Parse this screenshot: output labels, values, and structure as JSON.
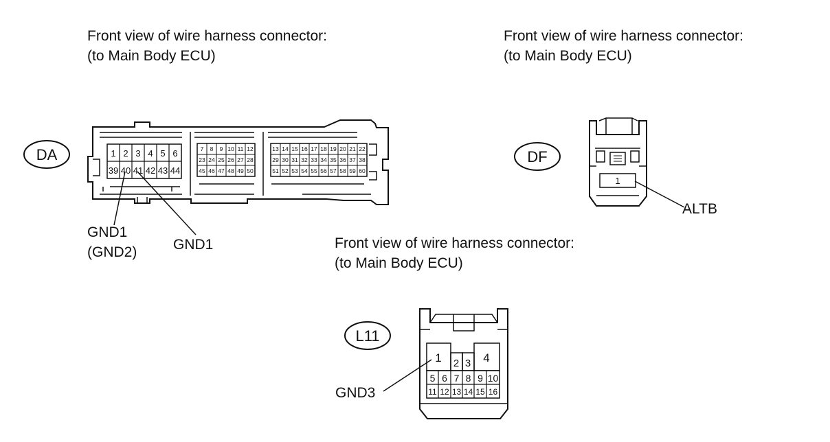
{
  "headings": {
    "da": {
      "line1": "Front view of wire harness connector:",
      "line2": "(to Main Body ECU)"
    },
    "df": {
      "line1": "Front view of wire harness connector:",
      "line2": "(to Main Body ECU)"
    },
    "l11": {
      "line1": "Front view of wire harness connector:",
      "line2": "(to Main Body ECU)"
    }
  },
  "connectors": {
    "da": {
      "code": "DA",
      "row1": [
        "1",
        "2",
        "3",
        "4",
        "5",
        "6"
      ],
      "row2": [
        "39",
        "40",
        "41",
        "42",
        "43",
        "44"
      ],
      "block2": [
        [
          "7",
          "8",
          "9",
          "10",
          "11",
          "12"
        ],
        [
          "23",
          "24",
          "25",
          "26",
          "27",
          "28"
        ],
        [
          "45",
          "46",
          "47",
          "48",
          "49",
          "50"
        ]
      ],
      "block3": [
        [
          "13",
          "14",
          "15",
          "16",
          "17",
          "18",
          "19",
          "20",
          "21",
          "22"
        ],
        [
          "29",
          "30",
          "31",
          "32",
          "33",
          "34",
          "35",
          "36",
          "37",
          "38"
        ],
        [
          "51",
          "52",
          "53",
          "54",
          "55",
          "56",
          "57",
          "58",
          "59",
          "60"
        ]
      ],
      "callouts": {
        "gnd1_gnd2_a": "GND1",
        "gnd1_gnd2_b": "(GND2)",
        "gnd1": "GND1"
      }
    },
    "df": {
      "code": "DF",
      "pin": "1",
      "callout": "ALTB"
    },
    "l11": {
      "code": "L11",
      "pin1": "1",
      "pin2": "2",
      "pin3": "3",
      "pin4": "4",
      "row2": [
        "5",
        "6",
        "7",
        "8",
        "9",
        "10"
      ],
      "row3": [
        "11",
        "12",
        "13",
        "14",
        "15",
        "16"
      ],
      "callout": "GND3"
    }
  }
}
